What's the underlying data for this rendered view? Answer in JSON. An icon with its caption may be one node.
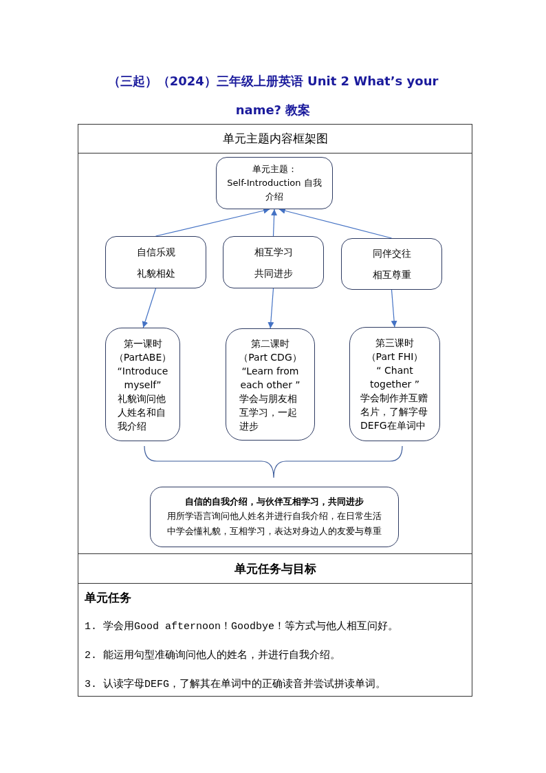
{
  "diagram": {
    "title": "（三起）（2024）三年级上册英语 Unit 2 What’s your name? 教案",
    "nodes": [
      {
        "text": [
          "单元主题：",
          "Self-Introduction 自我介绍"
        ]
      },
      {
        "text": [
          "自信乐观",
          "礼貌相处"
        ]
      },
      {
        "text": [
          "相互学习",
          "共同进步"
        ]
      },
      {
        "text": [
          "同伴交往",
          "相互尊重"
        ]
      },
      {
        "text": [
          "第一课时",
          "（PartABE）",
          "“Introduce myself”",
          "礼貌询问他人姓名和自我介绍"
        ]
      },
      {
        "text": [
          "第二课时",
          "（Part CDG）",
          "“Learn from each other ”",
          "学会与朋友相互学习，一起进步"
        ]
      },
      {
        "text": [
          "第三课时",
          "（Part FHI）",
          "“ Chant together ”",
          "学会制作并互赠名片，了解字母DEFG在单词中"
        ]
      },
      {
        "text": [
          "自信的自我介绍，与伙伴互相学习，共同进步",
          "用所学语言询问他人姓名并进行自我介绍，在日常生活中学会懂礼貌，互相学习，表达对身边人的友爱与尊重"
        ]
      }
    ],
    "edges": [
      {
        "from": 1,
        "to": 0,
        "arrow": "to"
      },
      {
        "from": 2,
        "to": 0,
        "arrow": "to"
      },
      {
        "from": 3,
        "to": 0,
        "arrow": "to"
      },
      {
        "from": 1,
        "to": 4,
        "arrow": "to"
      },
      {
        "from": 2,
        "to": 5,
        "arrow": "to"
      },
      {
        "from": 3,
        "to": 6,
        "arrow": "to"
      }
    ],
    "labels": [
      "单元主题内容框架图",
      "单元任务与目标",
      "单元任务",
      "1. 学会用Good afternoon！Goodbye！等方式与他人相互问好。",
      "2. 能运用句型准确询问他人的姓名，并进行自我介绍。",
      "3. 认读字母DEFG，了解其在单词中的正确读音并尝试拼读单词。"
    ]
  }
}
